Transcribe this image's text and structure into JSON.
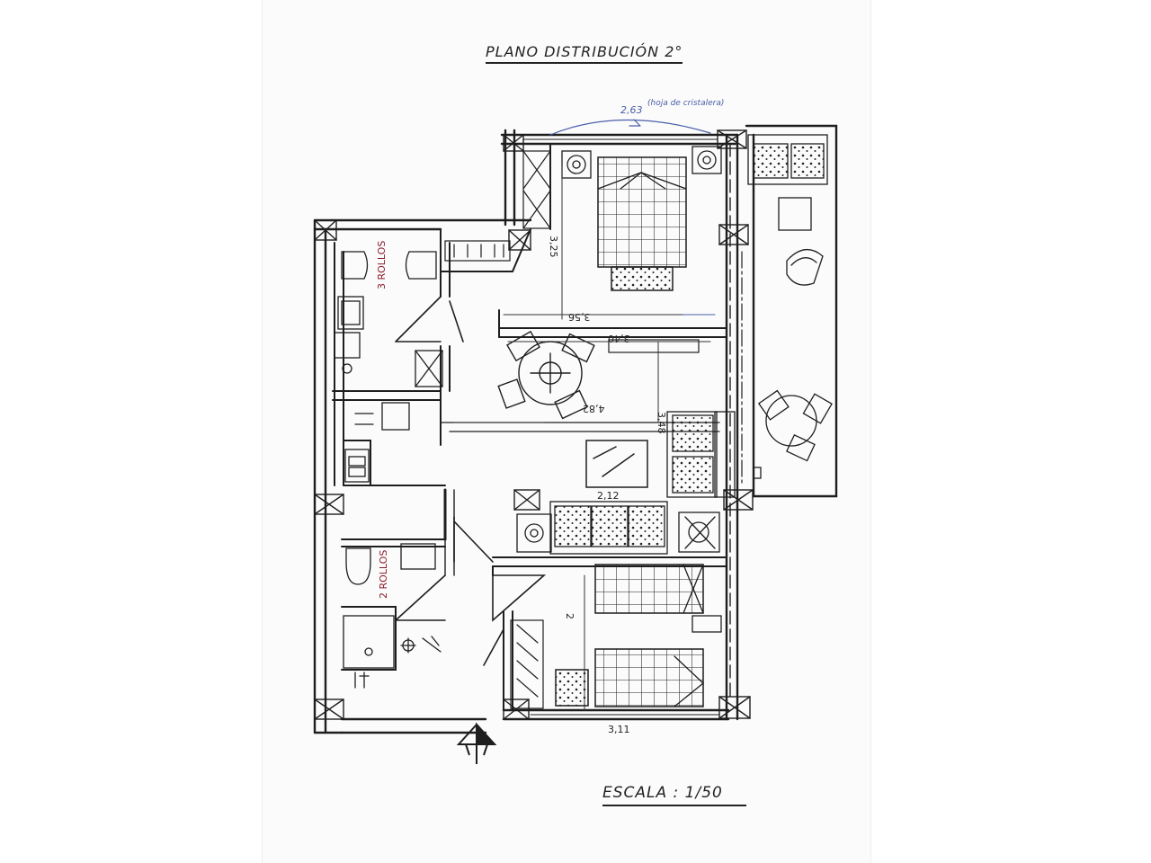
{
  "title": "PLANO DISTRIBUCIÓN 2°",
  "scale": "ESCALA : 1/50",
  "dimensions": {
    "bedroom_width": "3,11",
    "bedroom_depth": "3,25",
    "hall_width": "3,56",
    "kitchen_dim": "3,40",
    "living_width": "4,82",
    "living_depth": "3,48",
    "sofa_width": "2,12",
    "twin_room_depth": "2"
  },
  "annotations": {
    "blue_note_value": "2,63",
    "blue_note_text": "(hoja de cristalera)",
    "red_note_top": "3 ROLLOS",
    "red_note_bottom": "2 ROLLOS"
  },
  "colors": {
    "ink": "#1e1e1e",
    "blue_pencil": "#4a5fa8",
    "red_pencil": "#8a1a2a",
    "paper": "#fbfbfb"
  },
  "north_arrow_icon": "north-arrow-icon"
}
